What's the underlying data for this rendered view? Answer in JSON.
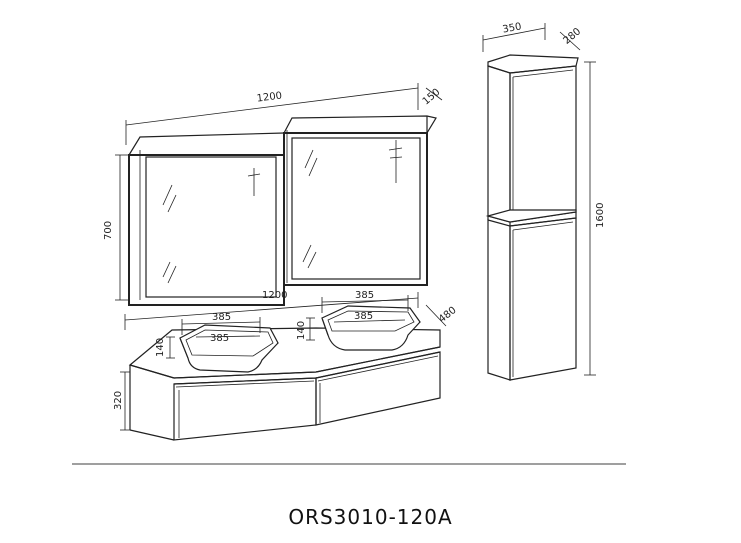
{
  "dimensions": {
    "mirror_width": "1200",
    "mirror_depth": "150",
    "mirror_height": "700",
    "vanity_width": "1200",
    "vanity_depth": "480",
    "vanity_height": "320",
    "basin_left_width": "385",
    "basin_left_depth": "385",
    "basin_left_height": "140",
    "basin_right_width": "385",
    "basin_right_depth": "385",
    "basin_right_height": "140",
    "cabinet_width": "350",
    "cabinet_depth": "280",
    "cabinet_height": "1600"
  },
  "model_number": "ORS3010-120A"
}
